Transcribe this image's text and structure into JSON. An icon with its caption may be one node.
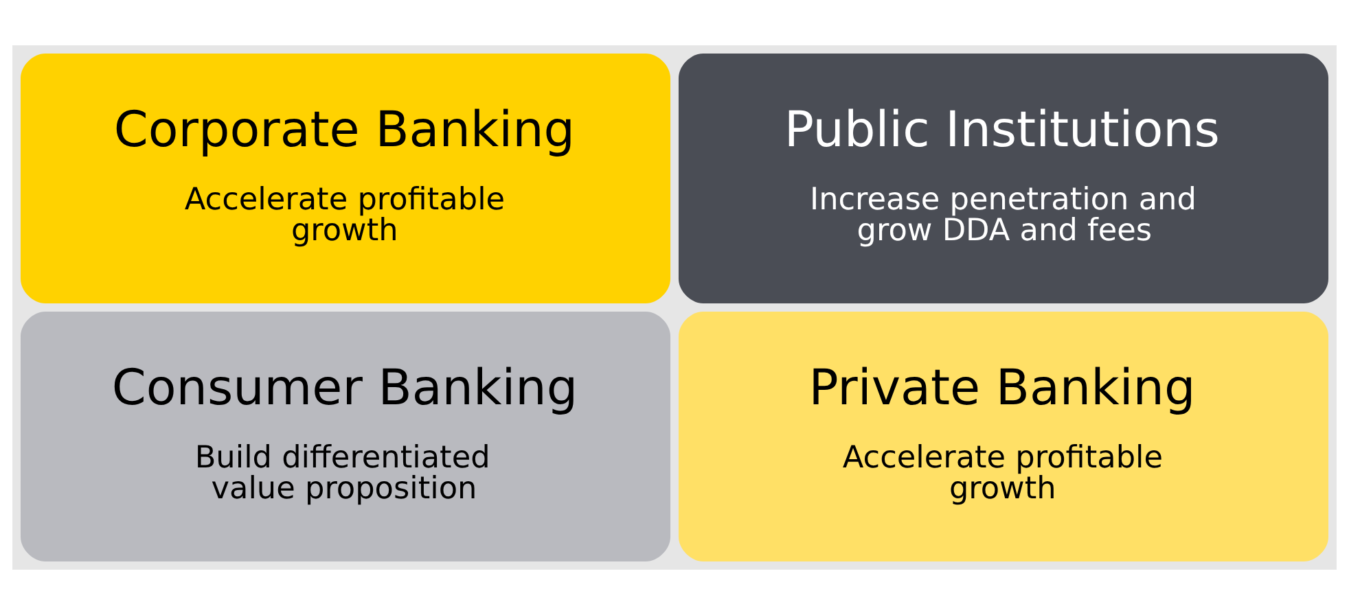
{
  "diagram": {
    "nodes": [
      {
        "text": [
          "Corporate Banking",
          "Accelerate profitable growth"
        ]
      },
      {
        "text": [
          "Public Institutions",
          "Increase penetration and grow DDA and fees"
        ]
      },
      {
        "text": [
          "Consumer Banking",
          "Build differentiated value proposition"
        ]
      },
      {
        "text": [
          "Private Banking",
          "Accelerate profitable growth"
        ]
      }
    ]
  }
}
